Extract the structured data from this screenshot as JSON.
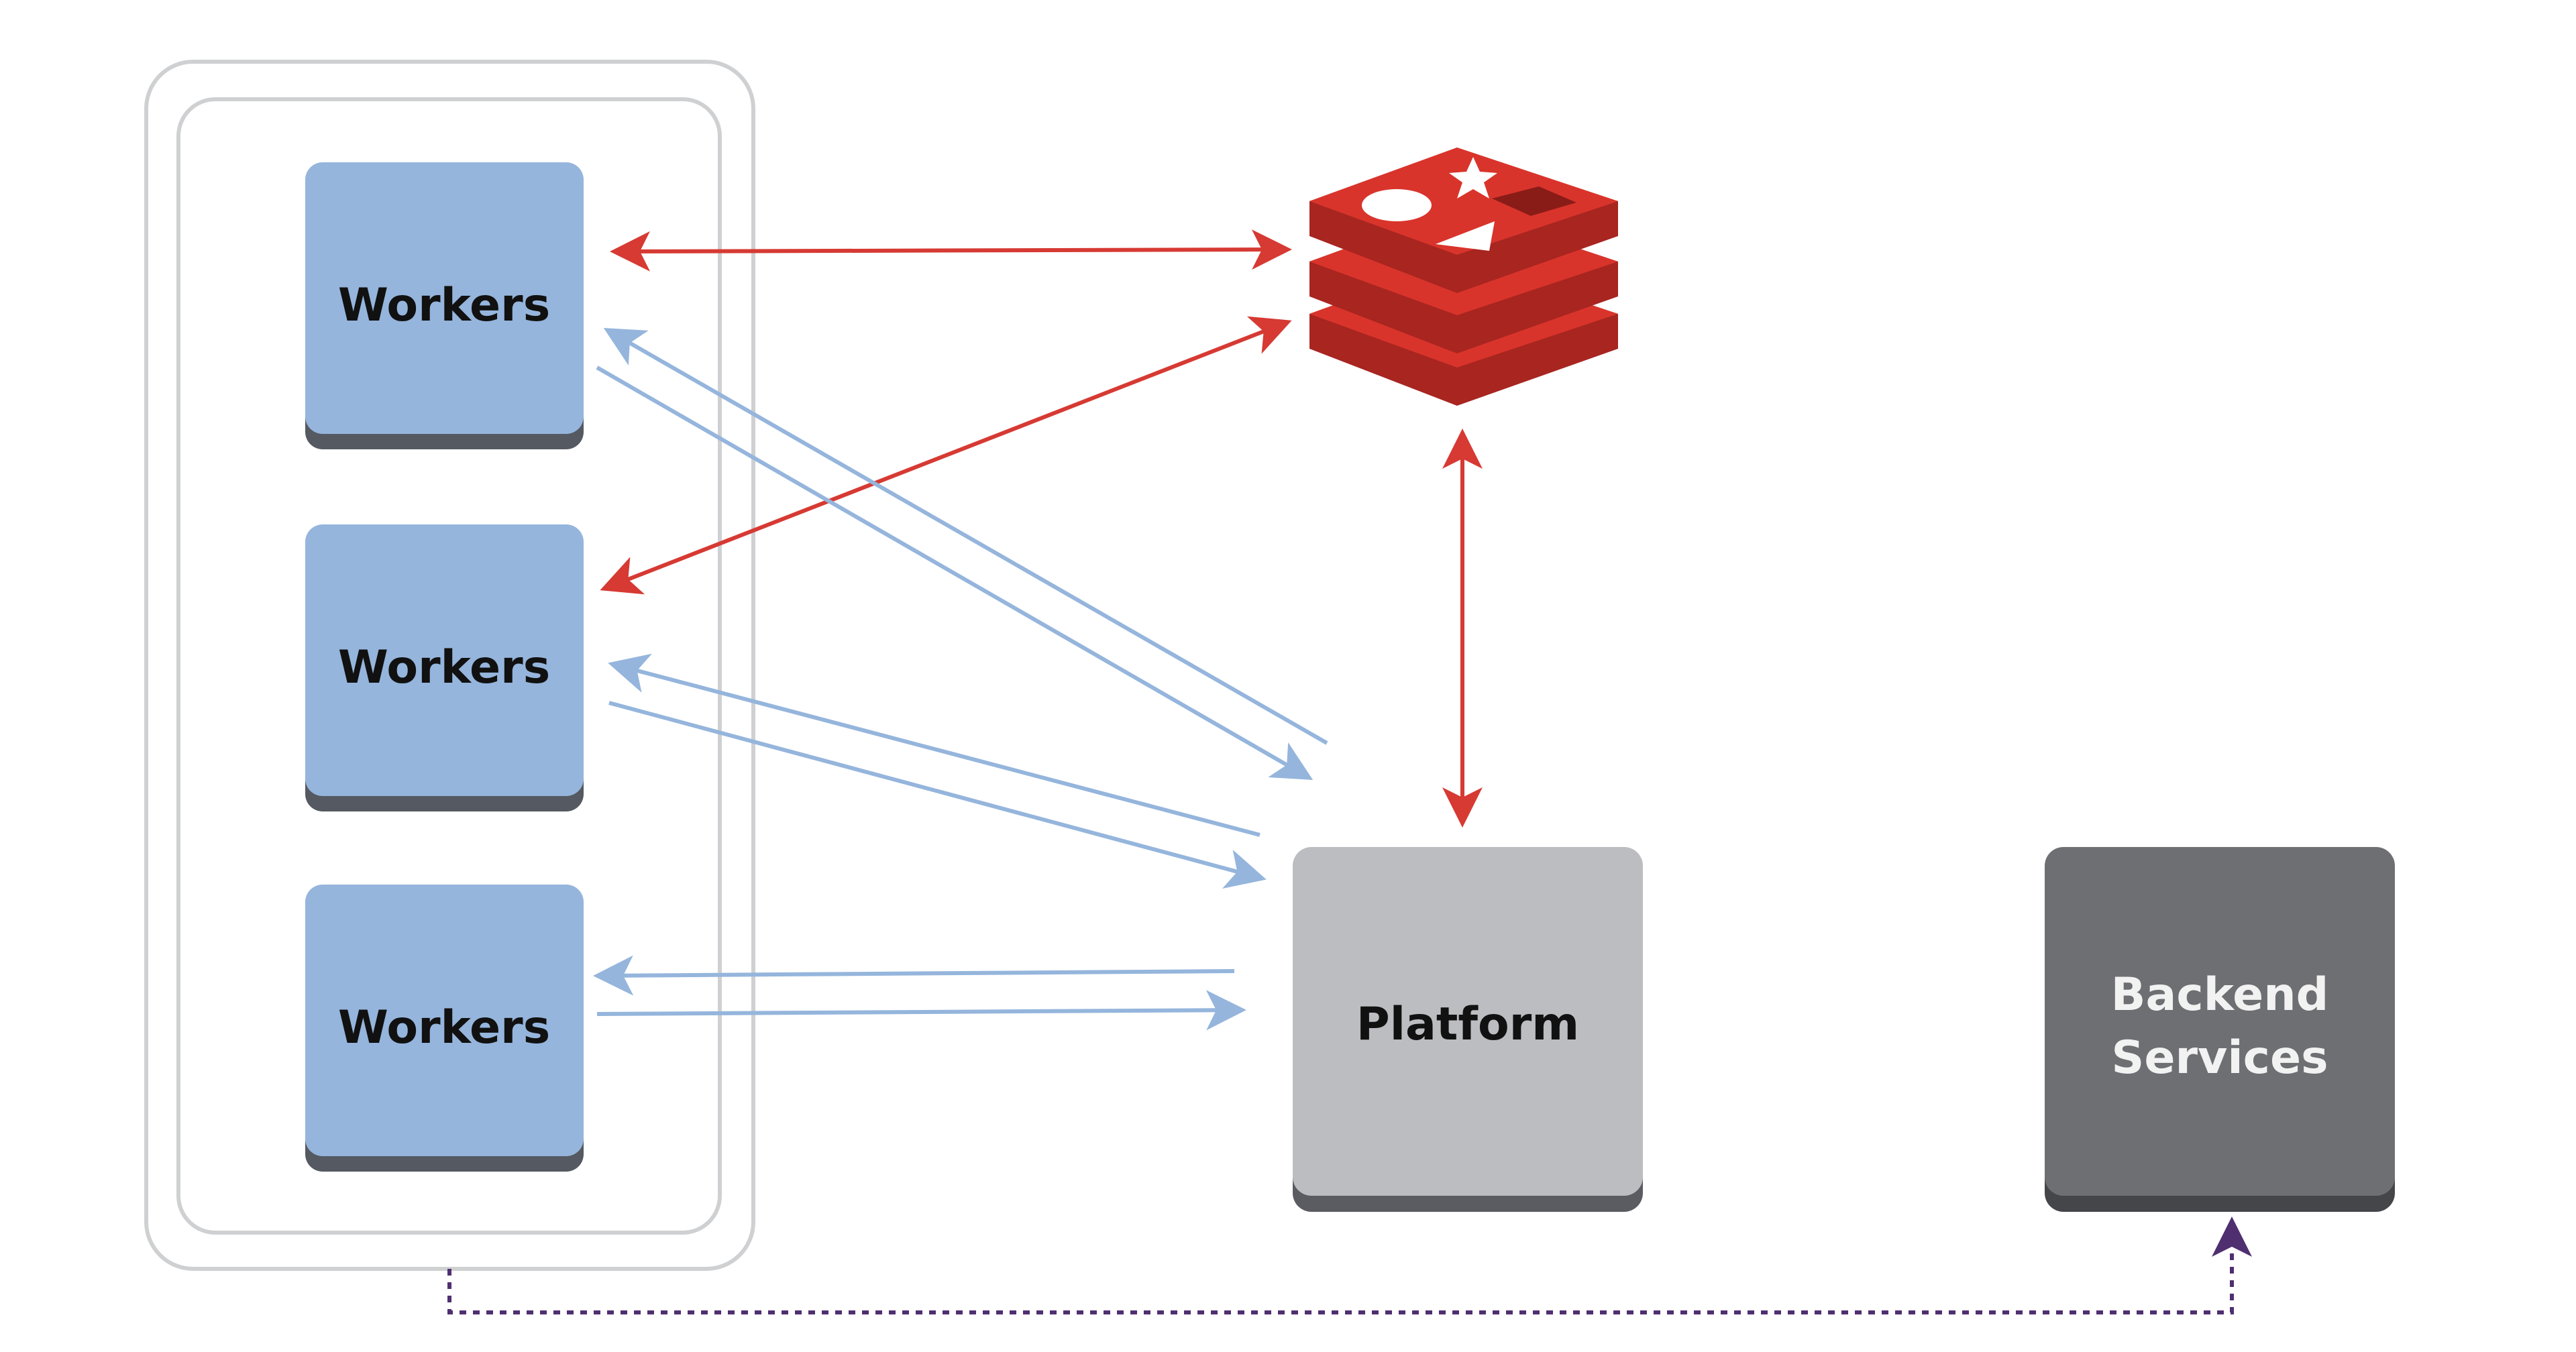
{
  "nodes": {
    "workers_1": {
      "label": "Workers"
    },
    "workers_2": {
      "label": "Workers"
    },
    "workers_3": {
      "label": "Workers"
    },
    "platform": {
      "label": "Platform"
    },
    "backend": {
      "label_line1": "Backend",
      "label_line2": "Services"
    }
  },
  "icons": {
    "database": "redis-database-icon"
  },
  "colors": {
    "worker_fill": "#95b5dc",
    "worker_shadow": "#555961",
    "platform_fill": "#bcbdc1",
    "platform_shadow": "#5a5c61",
    "backend_fill": "#6e6f72",
    "backend_shadow": "#45464a",
    "redis_red": "#d9342b",
    "red_arrow": "#d63a33",
    "blue_arrow": "#95b5dc",
    "dotted_purple": "#4f2f70",
    "container_border": "#cfd0d2"
  }
}
